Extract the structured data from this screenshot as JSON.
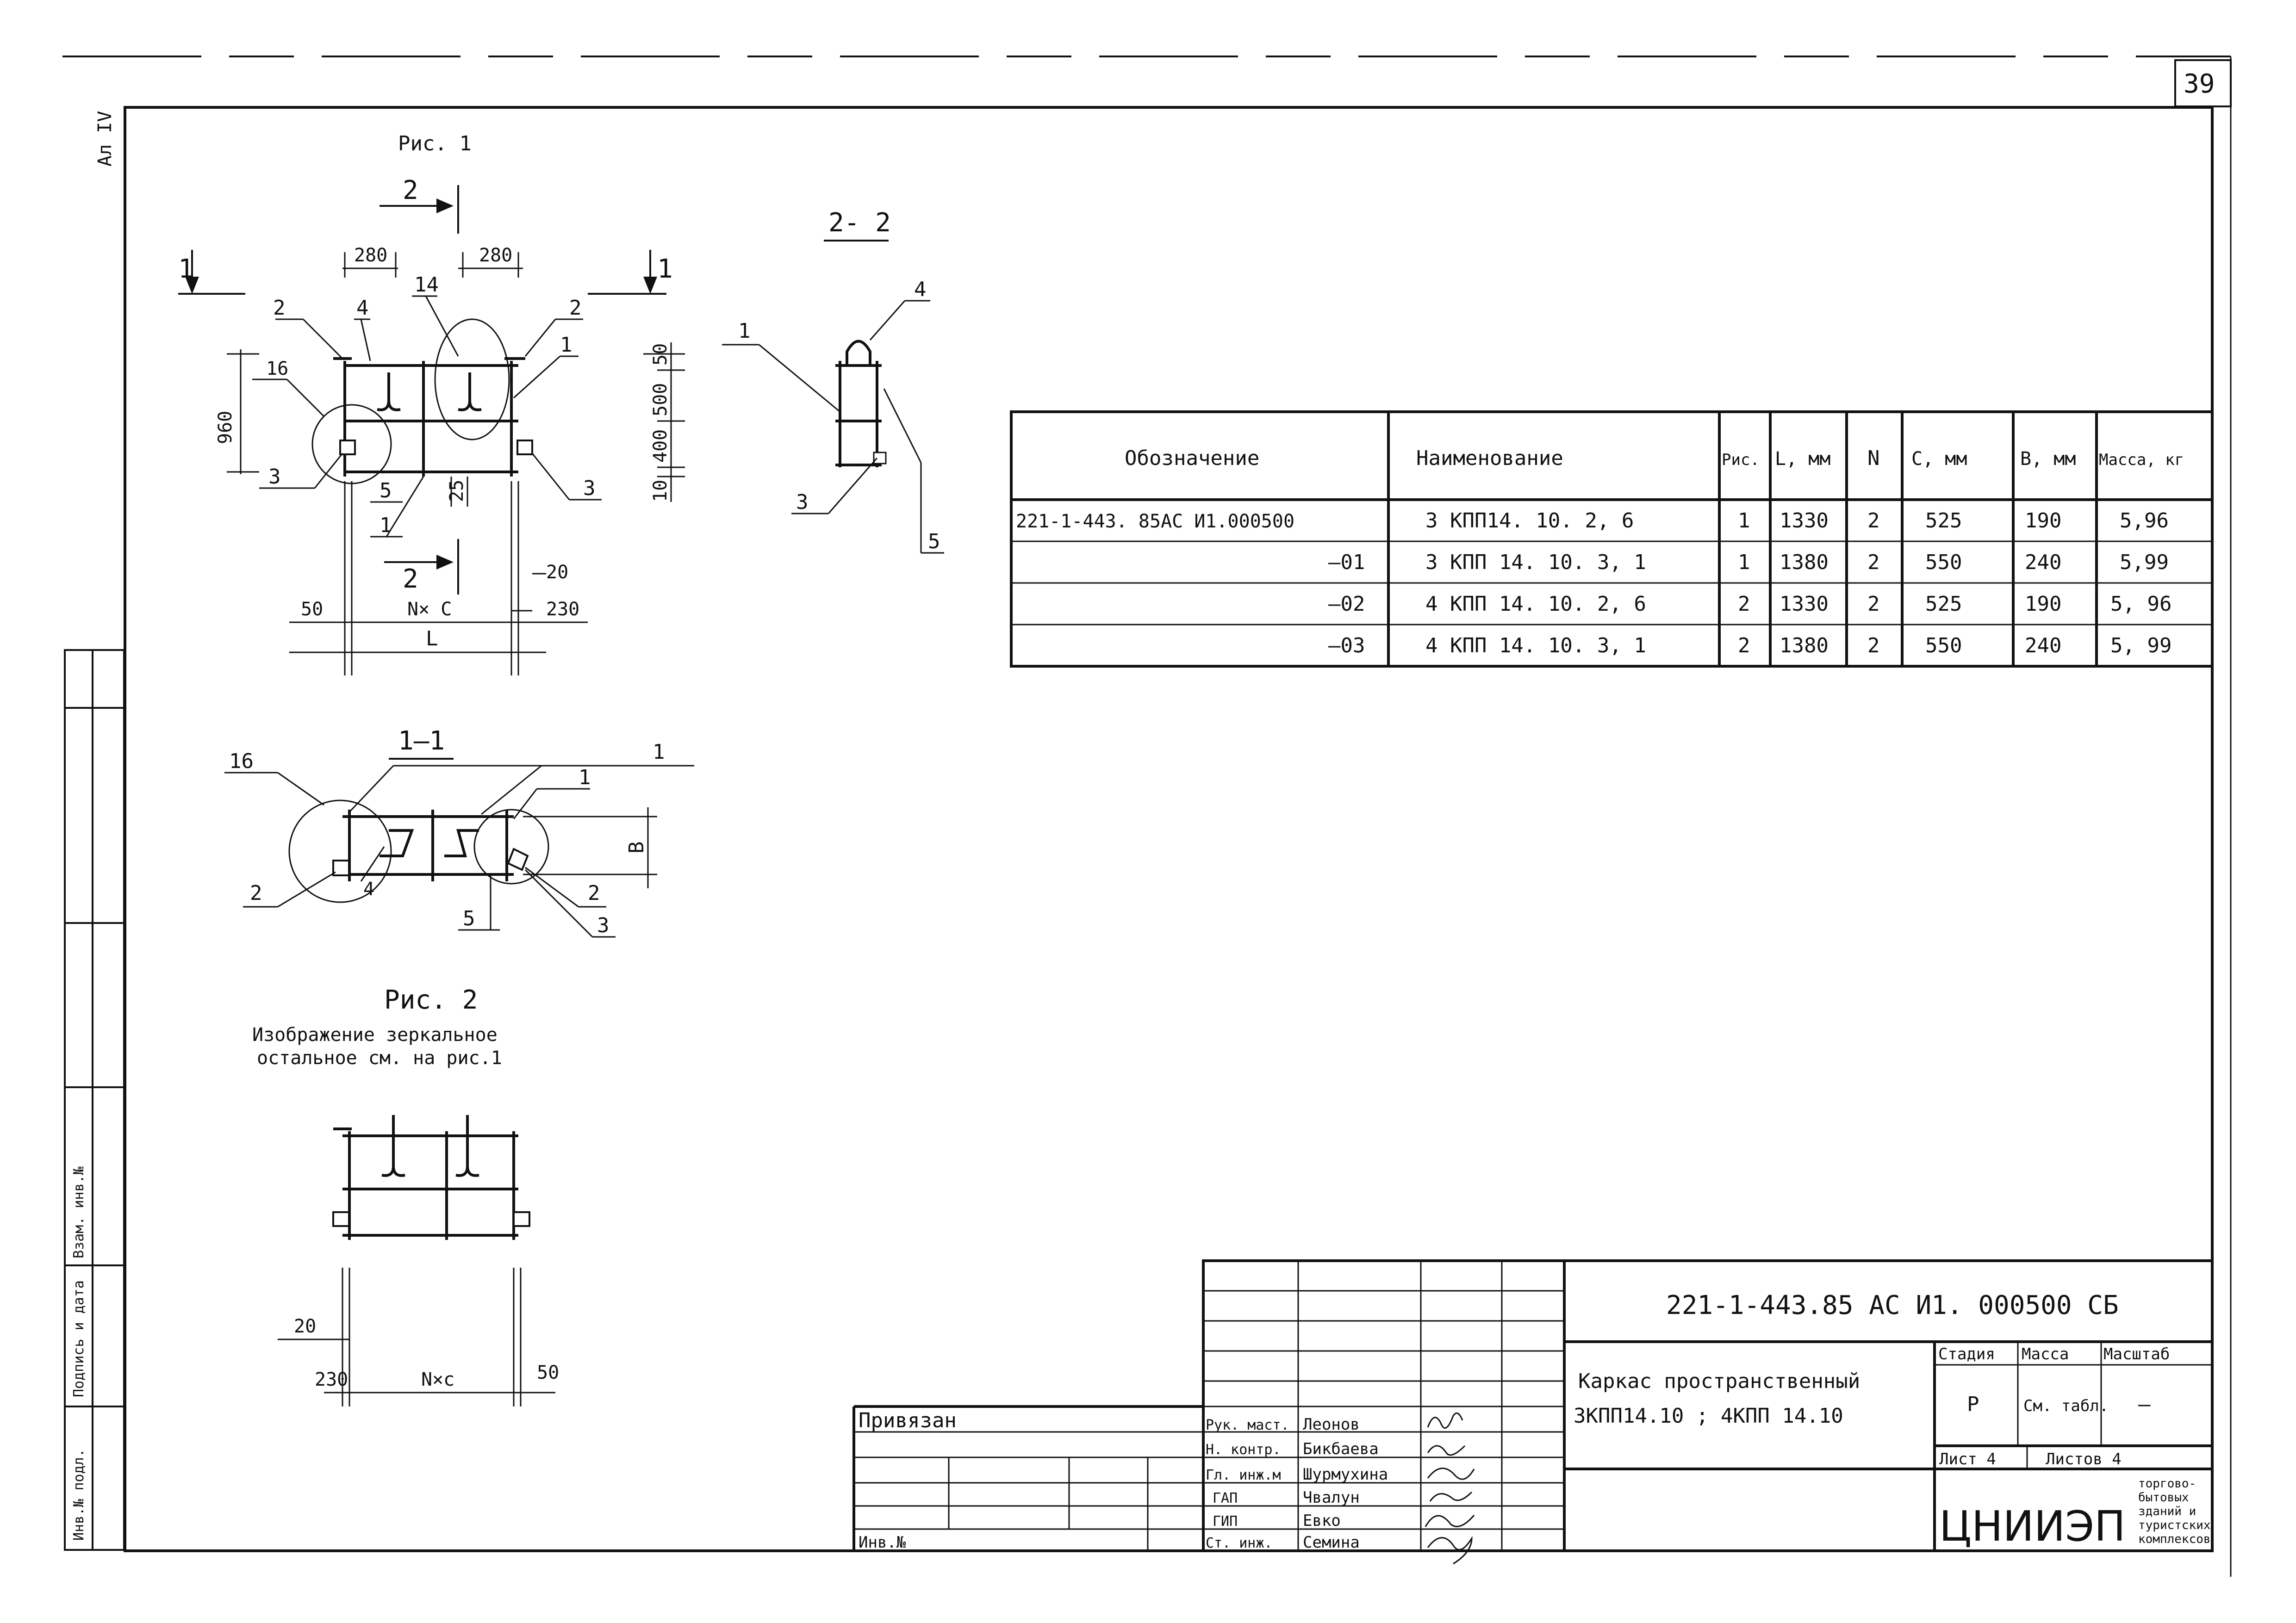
{
  "sheet_number": "39",
  "album_label": "Ал IV",
  "left_margin_labels": {
    "inv_podl": "Инв.№ подл.",
    "podpis_data": "Подпись и дата",
    "vzam_inv": "Взам. инв.№"
  },
  "fig1": {
    "title": "Рис. 1",
    "dim_280_left": "280",
    "dim_280_right": "280",
    "dim_960": "960",
    "dim_50": "50",
    "dim_500": "500",
    "dim_400": "400",
    "dim_10": "10",
    "dim_25": "25",
    "dim_20": "20",
    "dim_230": "230",
    "dim_50_bottom": "50",
    "dim_nxc": "N× C",
    "dim_L": "L",
    "callouts": [
      "1",
      "2",
      "3",
      "4",
      "5",
      "14",
      "16"
    ],
    "section_2": "2",
    "section_1": "1"
  },
  "section_2_2": {
    "title": "2- 2",
    "callouts": [
      "1",
      "3",
      "4",
      "5"
    ]
  },
  "section_1_1": {
    "title": "1–1",
    "dim_B": "В",
    "callouts": [
      "1",
      "2",
      "3",
      "4",
      "5",
      "16"
    ]
  },
  "fig2": {
    "title": "Рис. 2",
    "note_line1": "Изображение зеркальное",
    "note_line2": "остальное см. на рис.1",
    "dim_20": "20",
    "dim_230": "230",
    "dim_nxc": "N×c",
    "dim_50": "50"
  },
  "spec_table": {
    "headers": [
      "Обозначение",
      "Наименование",
      "Рис.",
      "L, мм",
      "N",
      "С, мм",
      "В, мм",
      "Масса, кг"
    ],
    "rows": [
      [
        "221-1-443. 85АС И1.000500",
        "3 КПП14. 10. 2, 6",
        "1",
        "1330",
        "2",
        "525",
        "190",
        "5,96"
      ],
      [
        "–01",
        "3 КПП 14. 10. 3, 1",
        "1",
        "1380",
        "2",
        "550",
        "240",
        "5,99"
      ],
      [
        "–02",
        "4 КПП 14. 10. 2, 6",
        "2",
        "1330",
        "2",
        "525",
        "190",
        "5, 96"
      ],
      [
        "–03",
        "4 КПП 14. 10. 3, 1",
        "2",
        "1380",
        "2",
        "550",
        "240",
        "5, 99"
      ]
    ]
  },
  "title_block": {
    "doc_code": "221-1-443.85 АС И1. 000500 СБ",
    "title_line1": "Каркас пространственный",
    "title_line2": "3КПП14.10 ; 4КПП 14.10",
    "stage_label": "Стадия",
    "mass_label": "Масса",
    "scale_label": "Масштаб",
    "stage_value": "Р",
    "mass_value": "См. табл.",
    "scale_value": "—",
    "sheet_label": "Лист 4",
    "sheets_label": "Листов 4",
    "org_logo": "ЦНИИЭП",
    "org_name_lines": [
      "торгово-",
      "бытовых",
      "зданий и",
      "туристских",
      "комплексов"
    ],
    "privyazan": "Привязан",
    "inv_no": "Инв.№",
    "roles": [
      "Рук. маст.",
      "Н. контр.",
      "Гл. инж.м",
      "ГАП",
      "ГИП",
      "Ст. инж."
    ],
    "names": [
      "Леонов",
      "Бикбаева",
      "Шурмухина",
      "Чвалун",
      "Евко",
      "Семина"
    ]
  }
}
